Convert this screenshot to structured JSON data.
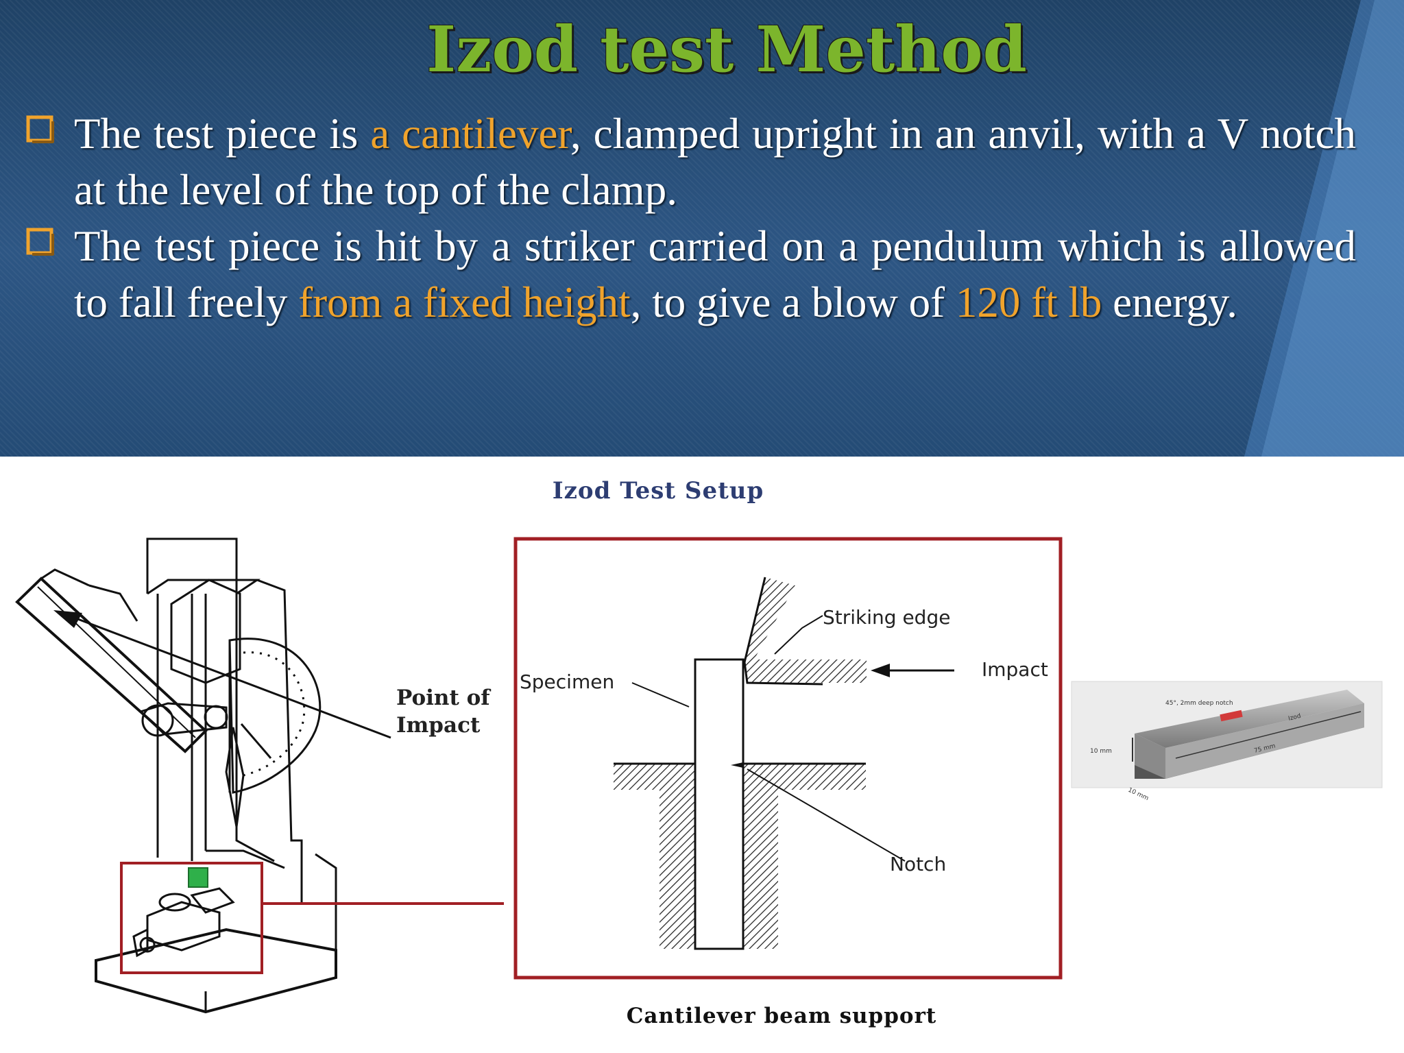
{
  "slide": {
    "title": "Izod test Method",
    "bullets": [
      {
        "segments": [
          {
            "text": "The test piece is ",
            "highlight": false
          },
          {
            "text": "a cantilever",
            "highlight": true
          },
          {
            "text": ", clamped upright in an anvil, with a V notch at the level of the top of the clamp.",
            "highlight": false
          }
        ]
      },
      {
        "segments": [
          {
            "text": "The test piece is hit by a striker carried on a pendulum which is allowed to fall freely ",
            "highlight": false
          },
          {
            "text": "from a fixed height",
            "highlight": true
          },
          {
            "text": ", to give a blow of ",
            "highlight": false
          },
          {
            "text": "120 ft lb",
            "highlight": true
          },
          {
            "text": " energy.",
            "highlight": false
          }
        ]
      }
    ]
  },
  "figure": {
    "title": "Izod Test Setup",
    "caption": "Cantilever beam support",
    "point_of_impact": [
      "Point of",
      "Impact"
    ],
    "labels": {
      "striking_edge": "Striking edge",
      "impact": "Impact",
      "specimen": "Specimen",
      "notch": "Notch"
    },
    "specimen_photo": {
      "notch_note": "45°, 2mm deep notch",
      "height": "10 mm",
      "width": "10 mm",
      "length": "75 mm",
      "side_mark": "Izod"
    }
  },
  "colors": {
    "title_green": "#7cb52c",
    "highlight_orange": "#f0a32c",
    "bullet_orange": "#f0a32c",
    "frame_red": "#a11f24",
    "header_blue": "#2d5684"
  },
  "icons": [
    "square-bullet-icon"
  ]
}
